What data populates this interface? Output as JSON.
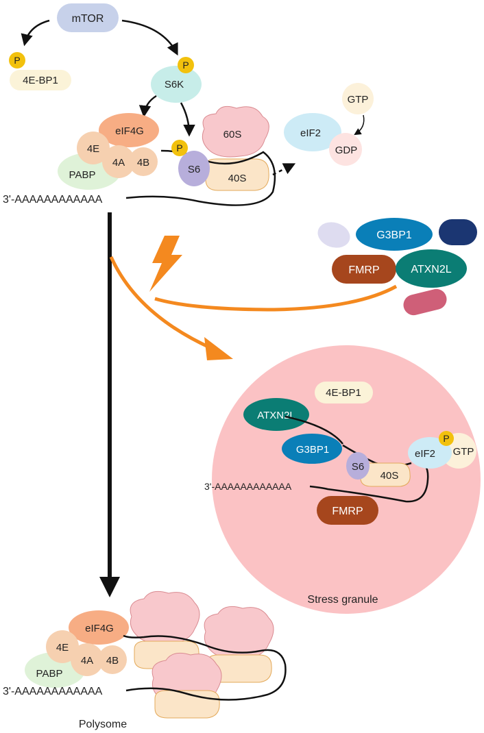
{
  "labels": {
    "mtor": "mTOR",
    "phospho": "P",
    "fourebp1": "4E-BP1",
    "s6k": "S6K",
    "eif4g": "eIF4G",
    "fourE": "4E",
    "fourA": "4A",
    "fourB": "4B",
    "pabp": "PABP",
    "s6": "S6",
    "sixtyS": "60S",
    "fortyS": "40S",
    "eif2": "eIF2",
    "gtp": "GTP",
    "gdp": "GDP",
    "polyA": "3'-AAAAAAAAAAAA",
    "g3bp1": "G3BP1",
    "fmrp": "FMRP",
    "atxn2l": "ATXN2L",
    "stress_granule": "Stress granule",
    "polysome": "Polysome"
  },
  "colors": {
    "mtor": "#c7d1ea",
    "phospho": "#f2c10d",
    "fourebp1": "#fbf3d8",
    "s6k": "#c7ede9",
    "eif4g": "#f7ad84",
    "fourEAB": "#f6d0b0",
    "pabp": "#dff2d8",
    "s6": "#b7aedb",
    "sixtyS": "#f8c8cc",
    "fortyS": "#fbe5c8",
    "eif2": "#cdebf6",
    "gtp": "#fcf1da",
    "gdp": "#fde3e1",
    "g3bp1": "#0a7fb8",
    "fmrp": "#a6461d",
    "atxn2l": "#0b7d74",
    "lavender": "#dedcf0",
    "navy": "#1b3672",
    "rose": "#cf5f78",
    "granule": "#fbc2c4",
    "stress_arrow": "#f4891f"
  }
}
